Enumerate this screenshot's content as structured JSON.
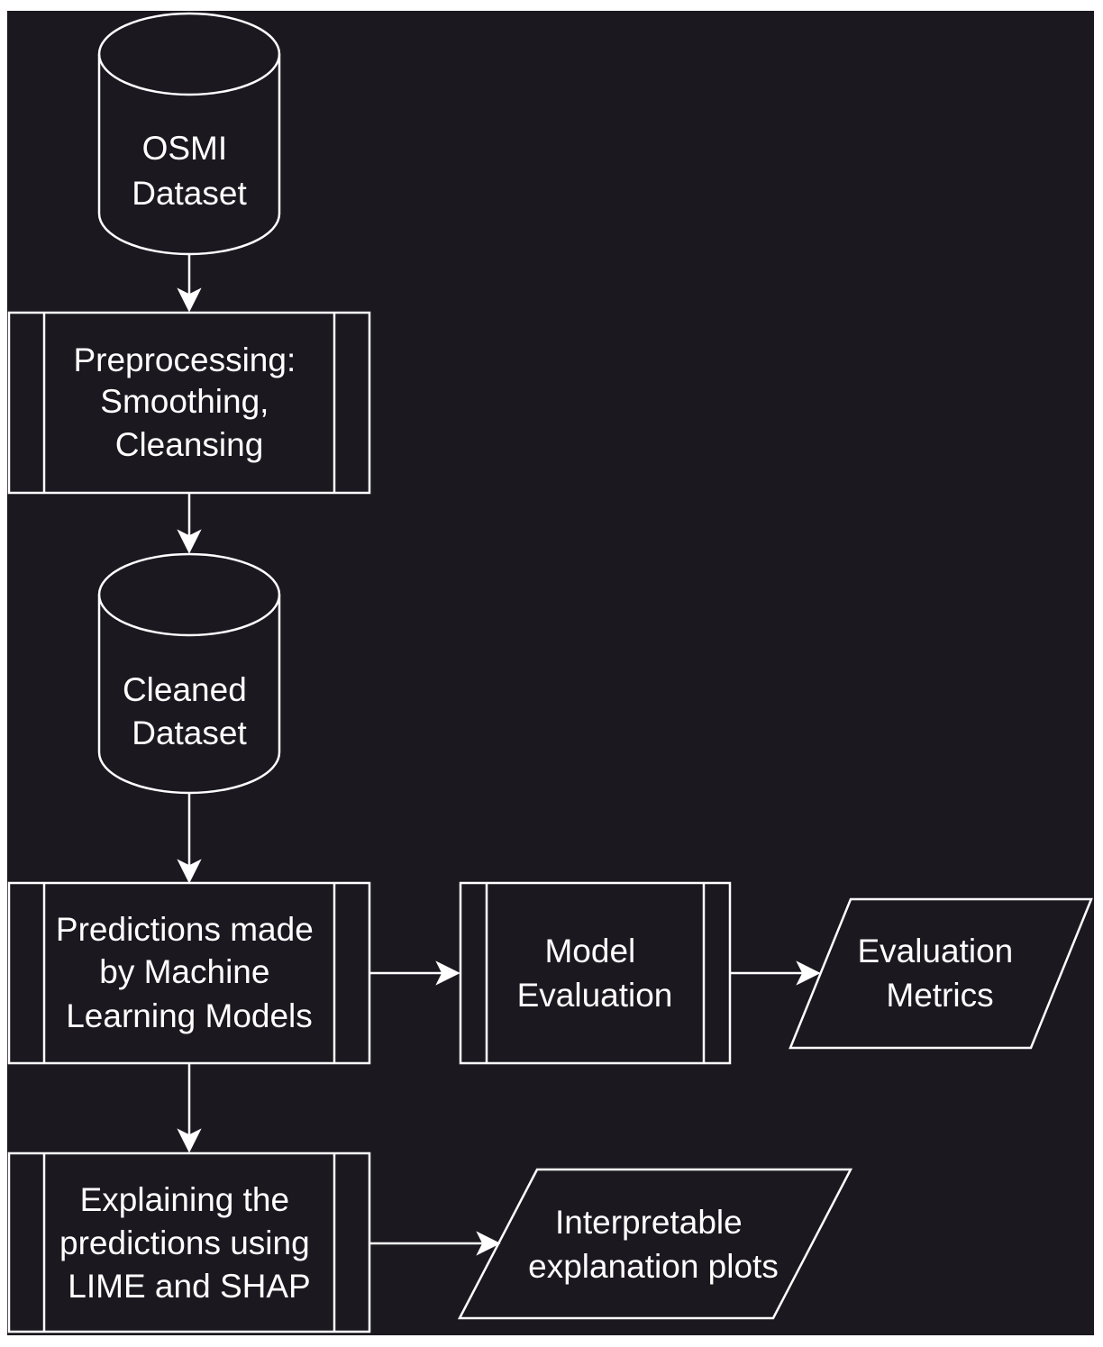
{
  "diagram": {
    "background_color": "#1b1820",
    "stroke_color": "#ffffff",
    "text_color": "#ffffff",
    "nodes": {
      "osmi_dataset": {
        "shape": "cylinder",
        "lines": [
          "OSMI",
          "Dataset"
        ]
      },
      "preprocessing": {
        "shape": "predefined-process",
        "lines": [
          "Preprocessing:",
          "Smoothing,",
          "Cleansing"
        ]
      },
      "cleaned_dataset": {
        "shape": "cylinder",
        "lines": [
          "Cleaned",
          "Dataset"
        ]
      },
      "predictions": {
        "shape": "predefined-process",
        "lines": [
          "Predictions made",
          "by Machine",
          "Learning Models"
        ]
      },
      "model_evaluation": {
        "shape": "predefined-process",
        "lines": [
          "Model",
          "Evaluation"
        ]
      },
      "evaluation_metrics": {
        "shape": "parallelogram",
        "lines": [
          "Evaluation",
          "Metrics"
        ]
      },
      "explaining": {
        "shape": "predefined-process",
        "lines": [
          "Explaining the",
          "predictions using",
          "LIME and SHAP"
        ]
      },
      "interpretable_plots": {
        "shape": "parallelogram",
        "lines": [
          "Interpretable",
          "explanation plots"
        ]
      }
    },
    "edges": [
      {
        "from": "osmi_dataset",
        "to": "preprocessing"
      },
      {
        "from": "preprocessing",
        "to": "cleaned_dataset"
      },
      {
        "from": "cleaned_dataset",
        "to": "predictions"
      },
      {
        "from": "predictions",
        "to": "model_evaluation"
      },
      {
        "from": "model_evaluation",
        "to": "evaluation_metrics"
      },
      {
        "from": "predictions",
        "to": "explaining"
      },
      {
        "from": "explaining",
        "to": "interpretable_plots"
      }
    ]
  }
}
